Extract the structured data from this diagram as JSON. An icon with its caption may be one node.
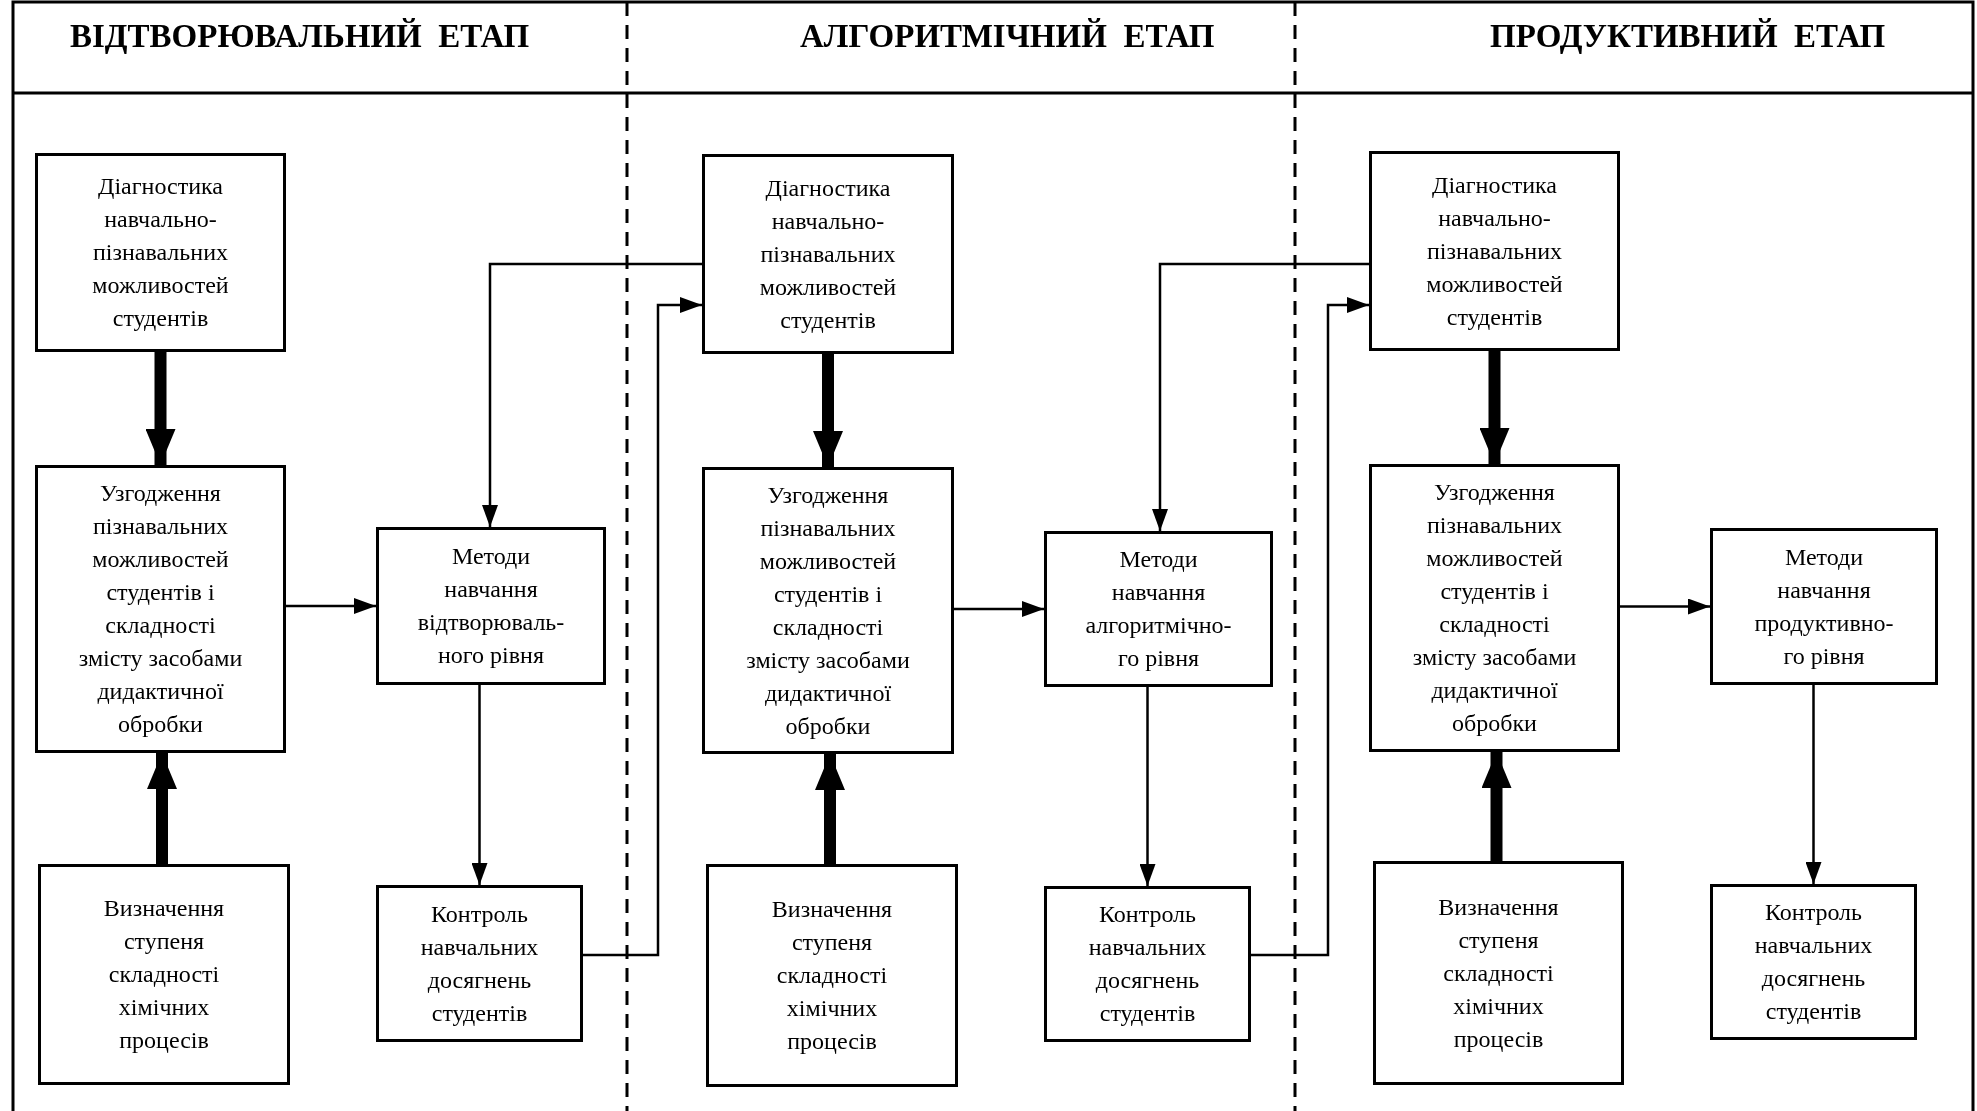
{
  "diagram": {
    "nodes": [
      {
        "text": [
          "Діагностика навчально-пізнавальних можливостей студентів"
        ]
      },
      {
        "text": [
          "Узгодження пізнавальних можливостей студентів і складності змісту засобами дидактичної обробки"
        ]
      },
      {
        "text": [
          "Визначення ступеня складності хімічних процесів"
        ]
      },
      {
        "text": [
          "Методи навчання відтворюваль-ного рівня"
        ]
      },
      {
        "text": [
          "Контроль навчальних досягнень студентів"
        ]
      },
      {
        "text": [
          "Діагностика навчально-пізнавальних можливостей студентів"
        ]
      },
      {
        "text": [
          "Узгодження пізнавальних можливостей студентів і складності змісту засобами дидактичної обробки"
        ]
      },
      {
        "text": [
          "Визначення ступеня складності хімічних процесів"
        ]
      },
      {
        "text": [
          "Методи навчання алгоритмічно-го рівня"
        ]
      },
      {
        "text": [
          "Контроль навчальних досягнень студентів"
        ]
      },
      {
        "text": [
          "Діагностика навчально-пізнавальних можливостей студентів"
        ]
      },
      {
        "text": [
          "Узгодження пізнавальних можливостей студентів і складності змісту засобами дидактичної обробки"
        ]
      },
      {
        "text": [
          "Визначення ступеня складності хімічних процесів"
        ]
      },
      {
        "text": [
          "Методи навчання продуктивно-го рівня"
        ]
      },
      {
        "text": [
          "Контроль навчальних досягнень студентів"
        ]
      }
    ],
    "edges": [
      {
        "from": 0,
        "to": 1,
        "arrow": "to",
        "style": "thick"
      },
      {
        "from": 2,
        "to": 1,
        "arrow": "to",
        "style": "thick"
      },
      {
        "from": 1,
        "to": 3,
        "arrow": "to"
      },
      {
        "from": 3,
        "to": 4,
        "arrow": "to"
      },
      {
        "from": 5,
        "to": 3,
        "arrow": "to"
      },
      {
        "from": 4,
        "to": 5,
        "arrow": "to"
      },
      {
        "from": 5,
        "to": 6,
        "arrow": "to",
        "style": "thick"
      },
      {
        "from": 7,
        "to": 6,
        "arrow": "to",
        "style": "thick"
      },
      {
        "from": 6,
        "to": 8,
        "arrow": "to"
      },
      {
        "from": 8,
        "to": 9,
        "arrow": "to"
      },
      {
        "from": 10,
        "to": 8,
        "arrow": "to"
      },
      {
        "from": 9,
        "to": 10,
        "arrow": "to"
      },
      {
        "from": 10,
        "to": 11,
        "arrow": "to",
        "style": "thick"
      },
      {
        "from": 12,
        "to": 11,
        "arrow": "to",
        "style": "thick"
      },
      {
        "from": 11,
        "to": 13,
        "arrow": "to"
      },
      {
        "from": 13,
        "to": 14,
        "arrow": "to"
      }
    ],
    "labels": [
      "ВІДТВОРЮВАЛЬНИЙ  ЕТАП",
      "АЛГОРИТМІЧНИЙ  ЕТАП",
      "ПРОДУКТИВНИЙ  ЕТАП"
    ]
  }
}
